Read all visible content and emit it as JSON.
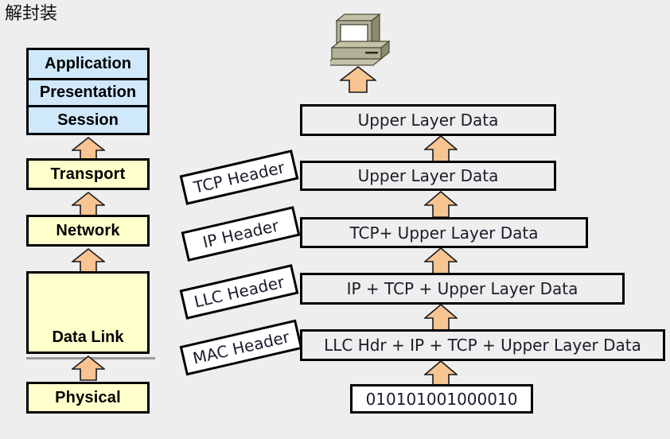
{
  "page": {
    "title": "解封装",
    "background_color": "#eeeeee"
  },
  "colors": {
    "session_group_fill": "#cfe8fa",
    "layer_fill": "#ffffcc",
    "arrow_fill": "#f8c491",
    "outline": "#000000",
    "data_box_fill": "#eeeeee",
    "binary_box_fill": "#ffffff",
    "computer_body": "#a9a98c",
    "computer_screen": "#ffffff",
    "divider_gray": "#9a9a9a"
  },
  "osi_stack": {
    "grouped_layers": [
      {
        "label": "Application"
      },
      {
        "label": "Presentation"
      },
      {
        "label": "Session"
      }
    ],
    "layers": [
      {
        "label": "Transport"
      },
      {
        "label": "Network"
      },
      {
        "label": "Data Link"
      },
      {
        "label": "Physical"
      }
    ]
  },
  "headers": [
    {
      "label": "TCP Header"
    },
    {
      "label": "IP Header"
    },
    {
      "label": "LLC Header"
    },
    {
      "label": "MAC Header"
    }
  ],
  "data_units": [
    {
      "label": "Upper Layer Data"
    },
    {
      "label": "Upper Layer Data"
    },
    {
      "label": "TCP+ Upper Layer Data"
    },
    {
      "label": "IP +  TCP +  Upper Layer Data"
    },
    {
      "label": "LLC Hdr +  IP +  TCP +  Upper Layer Data"
    },
    {
      "label": "010101001000010"
    }
  ],
  "icons": {
    "computer": "desktop-computer-icon",
    "arrow": "up-arrow-icon"
  }
}
